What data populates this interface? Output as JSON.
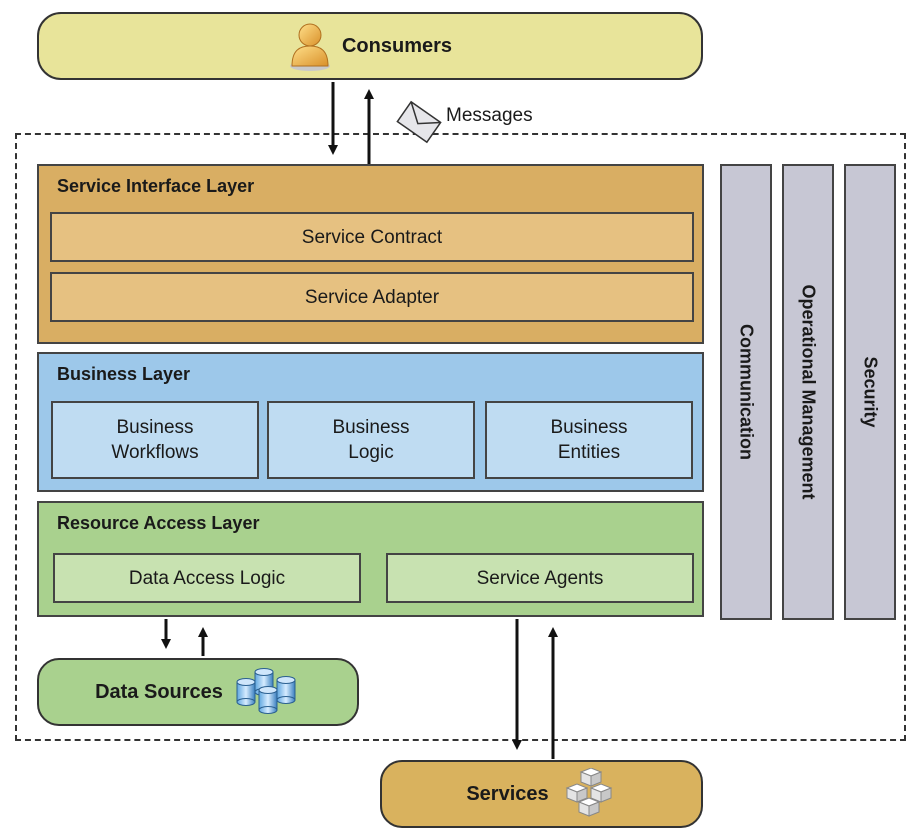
{
  "consumers": {
    "label": "Consumers",
    "icon": "person-icon"
  },
  "messages": {
    "label": "Messages",
    "icon": "envelope-icon"
  },
  "service_interface_layer": {
    "title": "Service Interface Layer",
    "components": [
      "Service Contract",
      "Service Adapter"
    ]
  },
  "business_layer": {
    "title": "Business Layer",
    "components": [
      "Business\nWorkflows",
      "Business\nLogic",
      "Business\nEntities"
    ]
  },
  "resource_access_layer": {
    "title": "Resource Access Layer",
    "components": [
      "Data Access Logic",
      "Service Agents"
    ]
  },
  "cross_cutting": [
    "Communication",
    "Operational Management",
    "Security"
  ],
  "data_sources": {
    "label": "Data Sources",
    "icon": "database-icon"
  },
  "services": {
    "label": "Services",
    "icon": "cubes-icon"
  },
  "colors": {
    "consumers": "#e8e49a",
    "service_layer": "#d9ae63",
    "business_layer": "#9dc8ea",
    "resource_layer": "#a9d18e",
    "cross_cutting": "#c7c7d4",
    "services": "#d9b25e"
  }
}
